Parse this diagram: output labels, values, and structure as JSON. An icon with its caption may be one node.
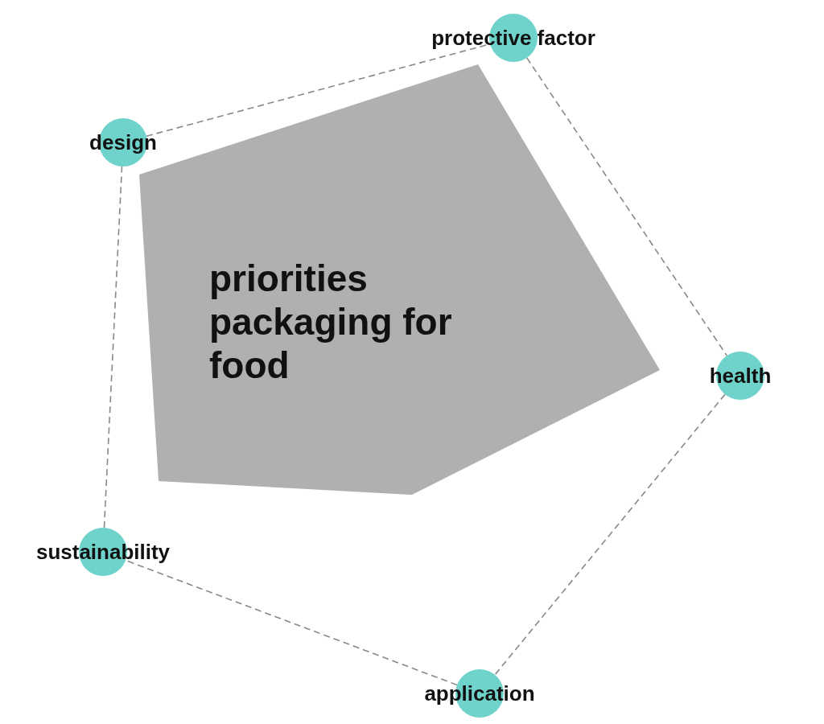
{
  "diagram": {
    "nodes": [
      {
        "text": [
          "protective factor"
        ]
      },
      {
        "text": [
          "design"
        ]
      },
      {
        "text": [
          "priorities packaging for food"
        ]
      },
      {
        "text": [
          "health"
        ]
      },
      {
        "text": [
          "sustainability"
        ]
      },
      {
        "text": [
          "application"
        ]
      }
    ],
    "edges": [
      {
        "from": 1,
        "to": 0,
        "arrow": "none",
        "style": "dashed"
      },
      {
        "from": 0,
        "to": 3,
        "arrow": "none",
        "style": "dashed"
      },
      {
        "from": 3,
        "to": 5,
        "arrow": "none",
        "style": "dashed"
      },
      {
        "from": 5,
        "to": 4,
        "arrow": "none",
        "style": "dashed"
      },
      {
        "from": 4,
        "to": 1,
        "arrow": "none",
        "style": "dashed"
      }
    ]
  }
}
